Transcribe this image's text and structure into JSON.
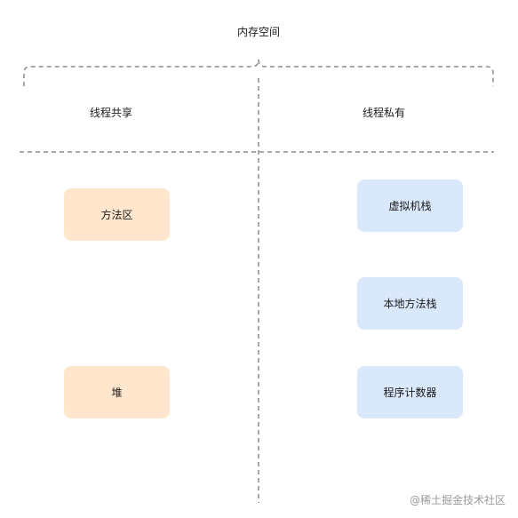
{
  "diagram": {
    "title": "内存空间",
    "left_heading": "线程共享",
    "right_heading": "线程私有",
    "shared_areas": [
      "方法区",
      "堆"
    ],
    "private_areas": [
      "虚拟机栈",
      "本地方法栈",
      "程序计数器"
    ]
  },
  "watermark": "@稀土掘金技术社区",
  "colors": {
    "shared_fill": "#FFE6CC",
    "private_fill": "#DAE8FC",
    "line": "#8c8c8c"
  }
}
